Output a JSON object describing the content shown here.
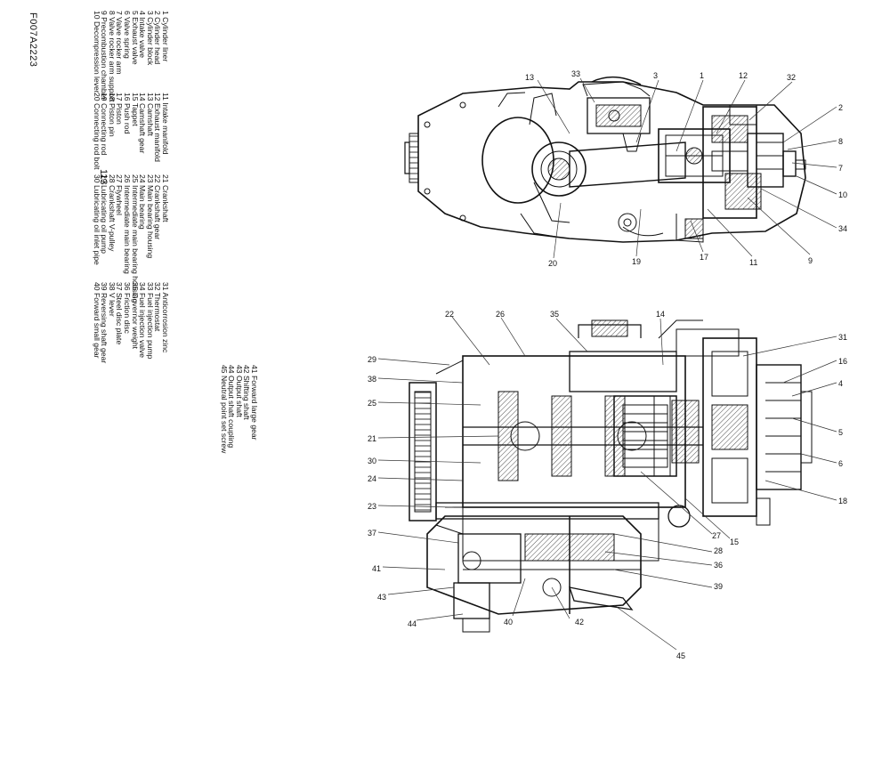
{
  "figure_id": "F007A2223",
  "page_number": "113",
  "legend": {
    "col1": [
      "1 Cylinder liner",
      "2 Cylinder head",
      "3 Cylinder block",
      "4 Intake valve",
      "5 Exhaust valve",
      "6 Valve spring",
      "7 Valve rocker arm",
      "8 Valve rocker arm support",
      "9 Precombustion chamber",
      "10 Decompression lever"
    ],
    "col2": [
      "11 Intake manifold",
      "12 Exhaust manifold",
      "13 Camshaft",
      "14 Camshaft gear",
      "15 Tappet",
      "16 Push rod",
      "17 Piston",
      "18 Piston pin",
      "19 Connecting rod",
      "20 Connecting rod bolt"
    ],
    "col3": [
      "21 Crankshaft",
      "22 Crankshaft gear",
      "23 Main bearing housing",
      "24 Main bearing",
      "25 Intermediate main bearing housing",
      "26 Intermediate main bearing",
      "27 Flywheel",
      "28 Crankshaft V-pulley",
      "29 Lubricating oil pump",
      "30 Lubricating oil inlet pipe"
    ],
    "col4": [
      "31 Anticorrosion zinc",
      "32 Thermostat",
      "33 Fuel injection pump",
      "34 Fuel injection valve",
      "35 Governor weight",
      "36 Friction disc",
      "37 Steel disc plate",
      "38 V lever",
      "39 Reversing shaft gear",
      "40 Forward small gear"
    ],
    "col5": [
      "41 Forward large gear",
      "42 Shifting shaft",
      "43 Output shaft",
      "44 Output shaft coupling",
      "45 Neutral point set screw"
    ]
  },
  "callouts_top": [
    "13",
    "33",
    "3",
    "1",
    "12",
    "32",
    "2",
    "8",
    "7",
    "10",
    "34",
    "9",
    "11",
    "17",
    "19",
    "20"
  ],
  "callouts_bottom": [
    "22",
    "26",
    "35",
    "14",
    "31",
    "16",
    "4",
    "5",
    "6",
    "18",
    "15",
    "27",
    "28",
    "36",
    "39",
    "45",
    "42",
    "40",
    "44",
    "43",
    "41",
    "37",
    "23",
    "24",
    "30",
    "21",
    "25",
    "38",
    "29"
  ]
}
